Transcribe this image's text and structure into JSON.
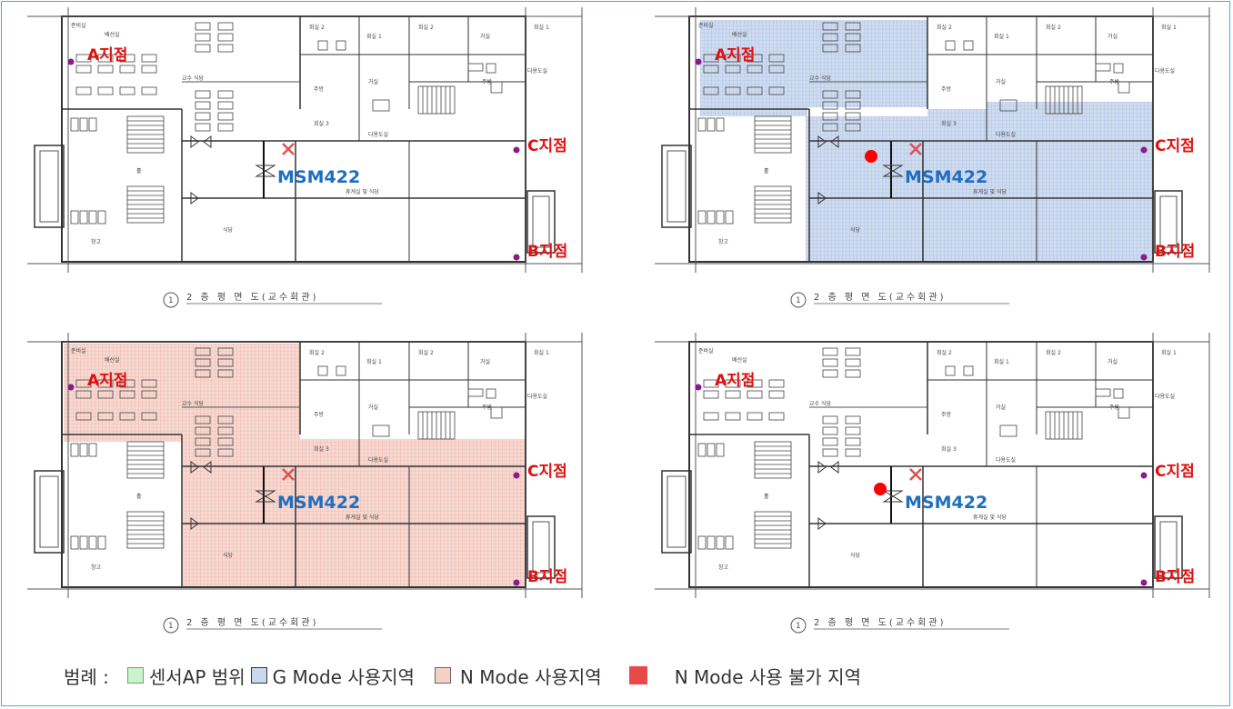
{
  "plans": [
    {
      "id": "tl",
      "coverage": "none",
      "measure_dot": false,
      "labels": {
        "a": "A지점",
        "b": "B지점",
        "c": "C지점",
        "ap": "MSM422"
      },
      "title": "2 층 평 면 도(교수회관)"
    },
    {
      "id": "tr",
      "coverage": "g-mode",
      "measure_dot": true,
      "labels": {
        "a": "A지점",
        "b": "B지점",
        "c": "C지점",
        "ap": "MSM422"
      },
      "title": "2 층 평 면 도(교수회관)"
    },
    {
      "id": "bl",
      "coverage": "n-mode",
      "measure_dot": false,
      "labels": {
        "a": "A지점",
        "b": "B지점",
        "c": "C지점",
        "ap": "MSM422"
      },
      "title": "2 층 평 면 도(교수회관)"
    },
    {
      "id": "br",
      "coverage": "none",
      "measure_dot": true,
      "labels": {
        "a": "A지점",
        "b": "B지점",
        "c": "C지점",
        "ap": "MSM422"
      },
      "title": "2 층 평 면 도(교수회관)"
    }
  ],
  "legend": {
    "prefix": "범례 :",
    "items": [
      {
        "label": "센서AP 범위",
        "color": "#ccf2cc"
      },
      {
        "label": "G Mode 사용지역",
        "color": "#c8d8ee"
      },
      {
        "label": "N Mode 사용지역",
        "color": "#f6cfc6"
      },
      {
        "label": "N Mode 사용 불가 지역",
        "color": "#e84a4a"
      }
    ]
  },
  "colors": {
    "point": "#8b1a8b",
    "label_red": "#e01010",
    "ap_blue": "#1f6fc0",
    "marker_x": "#e05050",
    "measure_dot": "#ff0000",
    "frame": "#39b6d6"
  }
}
